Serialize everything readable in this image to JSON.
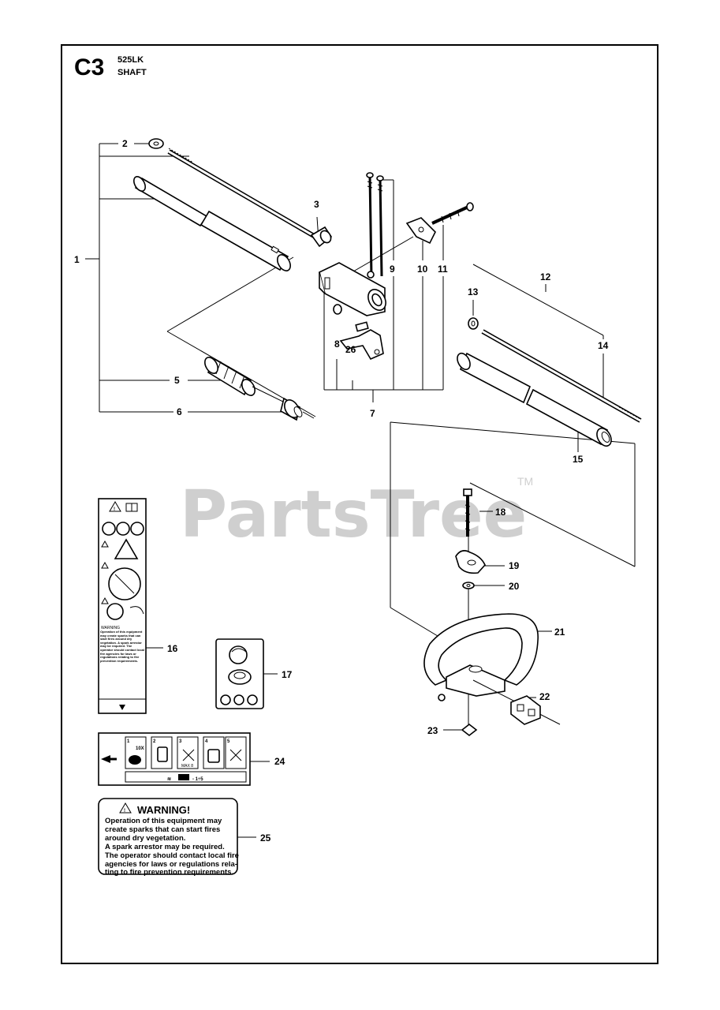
{
  "header": {
    "section_code": "C3",
    "model": "525LK",
    "section_title": "SHAFT"
  },
  "watermark": {
    "brand": "PartsTree",
    "trademark": "TM",
    "color": "#cfcfcf"
  },
  "callouts": {
    "c1": "1",
    "c2": "2",
    "c3": "3",
    "c5": "5",
    "c6": "6",
    "c7": "7",
    "c8": "8",
    "c9": "9",
    "c10": "10",
    "c11": "11",
    "c12": "12",
    "c13": "13",
    "c14": "14",
    "c15": "15",
    "c16": "16",
    "c17": "17",
    "c18": "18",
    "c19": "19",
    "c20": "20",
    "c21": "21",
    "c22": "22",
    "c23": "23",
    "c24": "24",
    "c25": "25",
    "c26": "26"
  },
  "decal_24": {
    "steps": [
      "1",
      "2",
      "3",
      "4",
      "5"
    ],
    "step1_text": "10X",
    "step3_text": "MAX 8",
    "bottom_text": "- 1÷5"
  },
  "decal_16": {
    "warning_head": "WARNING",
    "text": "Operation of this equipment may create sparks that can start fires around dry vegetation. A spark arrestor may be required. The operator should contact local fire agencies for laws or regulations relating to fire prevention requirements."
  },
  "warning_label_25": {
    "title": "WARNING!",
    "lines": [
      "Operation of this equipment may",
      "create sparks that can start fires",
      "around dry vegetation.",
      "A spark arrestor may be required.",
      "The operator should contact local fire",
      "agencies for laws or regulations rela-",
      "ting to fire prevention requirements."
    ]
  }
}
